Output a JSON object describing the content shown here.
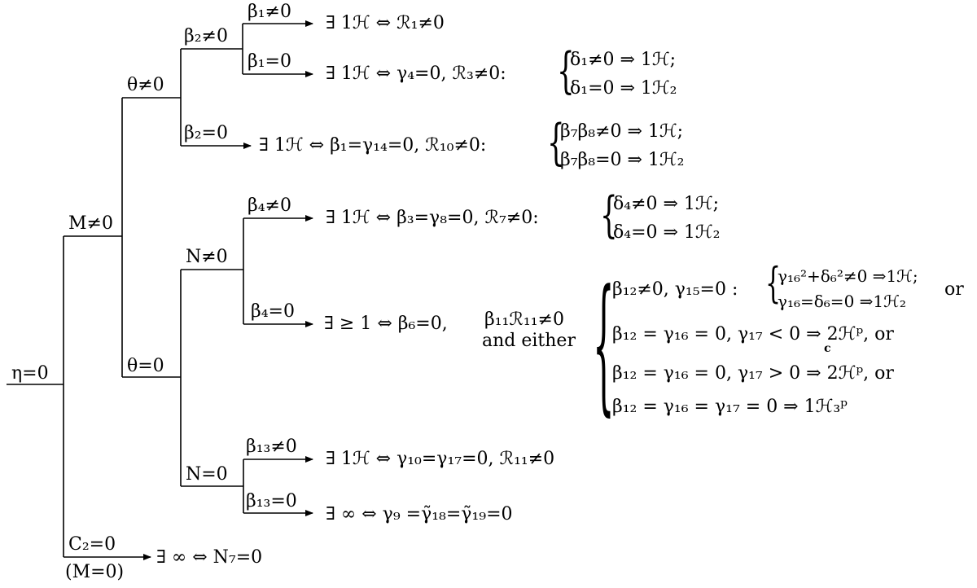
{
  "branches": {
    "eta": "η=0",
    "M_ne": "M≠0",
    "C2": "C₂=0",
    "C2_note": "(M=0)",
    "theta_ne": "θ≠0",
    "theta_eq": "θ=0",
    "beta2_ne": "β₂≠0",
    "beta2_eq": "β₂=0",
    "beta1_ne": "β₁≠0",
    "beta1_eq": "β₁=0",
    "N_ne": "N≠0",
    "N_eq": "N=0",
    "beta4_ne": "β₄≠0",
    "beta4_eq": "β₄=0",
    "beta13_ne": "β₁₃≠0",
    "beta13_eq": "β₁₃=0"
  },
  "results": {
    "r1": "∃ 1ℋ ⇔ ℛ₁≠0",
    "r2": "∃ 1ℋ ⇔ γ₄=0, ℛ₃≠0:",
    "r2_c1": "δ₁≠0 ⇒ 1ℋ;",
    "r2_c2": "δ₁=0 ⇒ 1ℋ₂",
    "r3": "∃ 1ℋ ⇔ β₁=γ₁₄=0, ℛ₁₀≠0:",
    "r3_c1": "β₇β₈≠0 ⇒ 1ℋ;",
    "r3_c2": "β₇β₈=0 ⇒ 1ℋ₂",
    "r4": "∃ 1ℋ ⇔ β₃=γ₈=0, ℛ₇≠0:",
    "r4_c1": "δ₄≠0 ⇒ 1ℋ;",
    "r4_c2": "δ₄=0 ⇒ 1ℋ₂",
    "r5": "∃ ≥ 1 ⇔ β₆=0,",
    "r5_b": "β₁₁ℛ₁₁≠0",
    "r5_c": "and either",
    "r5_c1": "β₁₂≠0, γ₁₅=0 :",
    "r5_c1a": "γ₁₆²+δ₆²≠0 ⇒1ℋ;",
    "r5_c1b": "γ₁₆=δ₆=0 ⇒1ℋ₂",
    "r5_c1_or": "or",
    "r5_c2": "β₁₂ = γ₁₆ = 0,  γ₁₇ < 0 ⇒ 2ℋᵖ, or",
    "r5_c3": "β₁₂ = γ₁₆ = 0,  γ₁₇ > 0 ⇒ 2ℋᵖ,  or",
    "r5_c3_mark": "c",
    "r5_c4": "β₁₂ = γ₁₆ = γ₁₇ = 0 ⇒ 1ℋ₃ᵖ",
    "r6": "∃ 1ℋ ⇔ γ₁₀=γ₁₇=0, ℛ₁₁≠0",
    "r7": "∃ ∞  ⇔  γ₉ =γ̃₁₈=γ̃₁₉=0",
    "r8": "∃ ∞  ⇔  N₇=0"
  }
}
